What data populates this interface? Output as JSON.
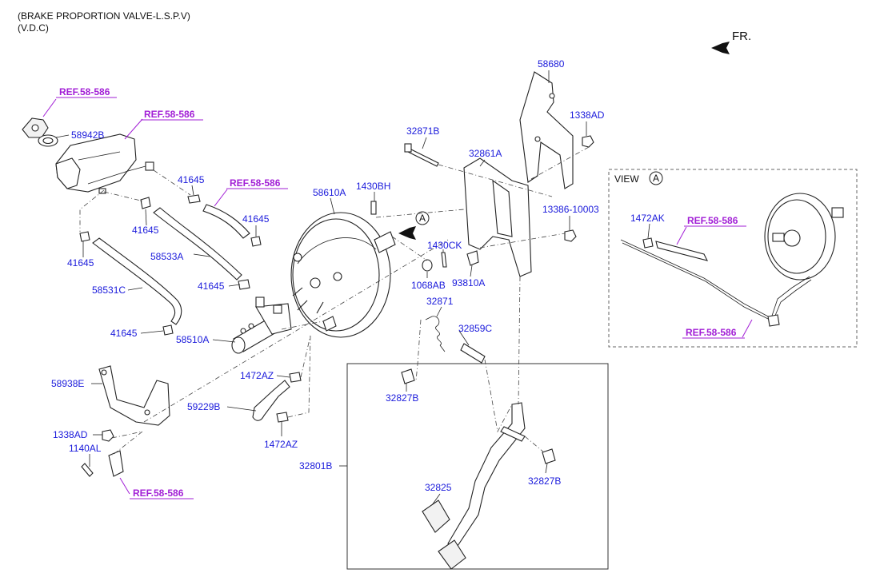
{
  "header": {
    "line1": "(BRAKE PROPORTION VALVE-L.S.P.V)",
    "line2": "(V.D.C)"
  },
  "direction": {
    "label": "FR."
  },
  "view_box": {
    "title": "VIEW",
    "circle_letter": "A"
  },
  "view_marker": {
    "letter": "A"
  },
  "colors": {
    "part_number": "#1a1adb",
    "reference": "#a21fd6",
    "line": "#222222"
  },
  "parts": {
    "p58680": "58680",
    "p1338AD_top": "1338AD",
    "p32871B": "32871B",
    "p32861A": "32861A",
    "p1430BH": "1430BH",
    "p58610A": "58610A",
    "p13386": "13386-10003",
    "p1430CK": "1430CK",
    "p1068AB": "1068AB",
    "p93810A": "93810A",
    "p58942B": "58942B",
    "p41645_a": "41645",
    "p41645_b": "41645",
    "p41645_c": "41645",
    "p41645_d": "41645",
    "p41645_e": "41645",
    "p41645_f": "41645",
    "p58533A": "58533A",
    "p58531C": "58531C",
    "p58510A": "58510A",
    "p32871": "32871",
    "p32859C": "32859C",
    "p32827B_a": "32827B",
    "p32827B_b": "32827B",
    "p58938E": "58938E",
    "p1472AZ_a": "1472AZ",
    "p1472AZ_b": "1472AZ",
    "p59229B": "59229B",
    "p1338AD_bot": "1338AD",
    "p1140AL": "1140AL",
    "p32801B": "32801B",
    "p32825": "32825",
    "p1472AK": "1472AK"
  },
  "references": {
    "ref1": "REF.58-586",
    "ref2": "REF.58-586",
    "ref3": "REF.58-586",
    "ref4": "REF.58-586",
    "ref5": "REF.58-586",
    "ref6": "REF.58-586"
  },
  "icons": [
    "direction-arrow-icon",
    "view-circle-icon"
  ]
}
